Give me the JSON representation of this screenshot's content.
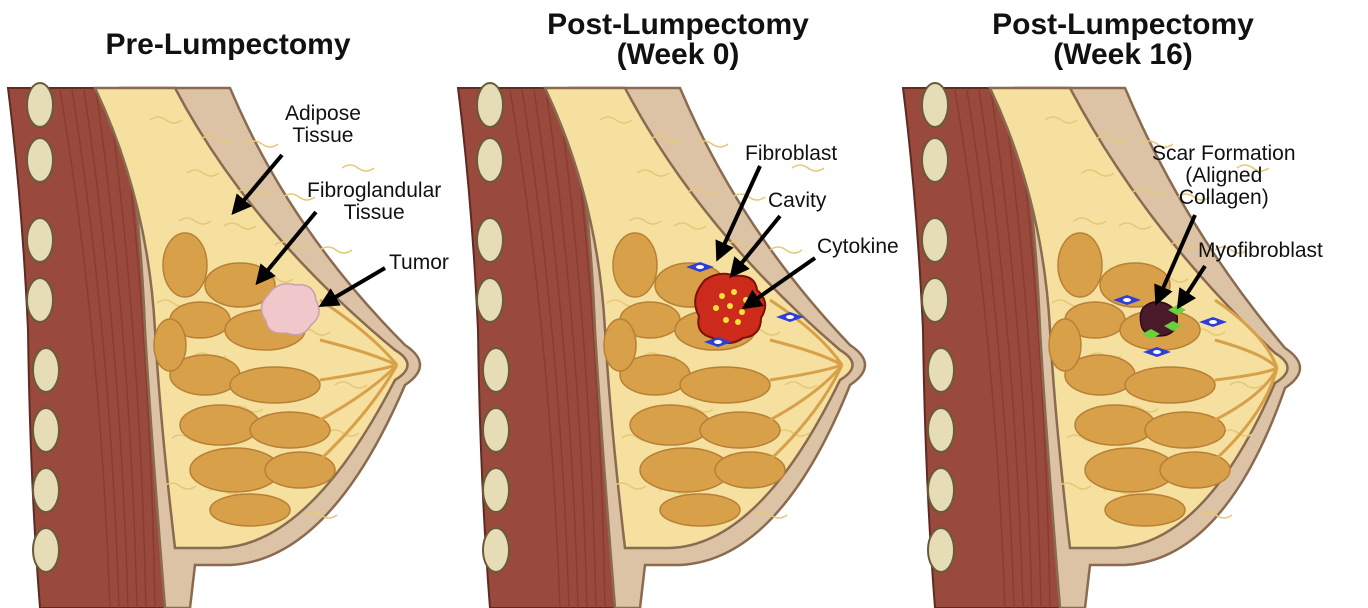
{
  "panels": [
    {
      "title": [
        "Pre-Lumpectomy"
      ],
      "labels": {
        "adipose": [
          "Adipose",
          "Tissue"
        ],
        "fibroglandular": [
          "Fibroglandular",
          "Tissue"
        ],
        "tumor": [
          "Tumor"
        ]
      }
    },
    {
      "title": [
        "Post-Lumpectomy",
        "(Week 0)"
      ],
      "labels": {
        "fibroblast": [
          "Fibroblast"
        ],
        "cavity": [
          "Cavity"
        ],
        "cytokine": [
          "Cytokine"
        ]
      }
    },
    {
      "title": [
        "Post-Lumpectomy",
        "(Week 16)"
      ],
      "labels": {
        "scar": [
          "Scar Formation",
          "(Aligned",
          "Collagen)"
        ],
        "myofibroblast": [
          "Myofibroblast"
        ]
      }
    }
  ],
  "colors": {
    "muscle": "#9a4a3c",
    "muscle_stripe": "#7b3529",
    "rib": "#e6dcb6",
    "skin": "#dcc3a6",
    "fat": "#f5e0a0",
    "fat_line": "#e6c878",
    "gland": "#d9a04a",
    "tumor": "#f0c8cc",
    "cavity": "#cc2a1a",
    "cytokine": "#f2e23a",
    "fibroblast": "#2d3fd6",
    "scar": "#4a1a2a",
    "myofibroblast": "#6ad13a"
  }
}
